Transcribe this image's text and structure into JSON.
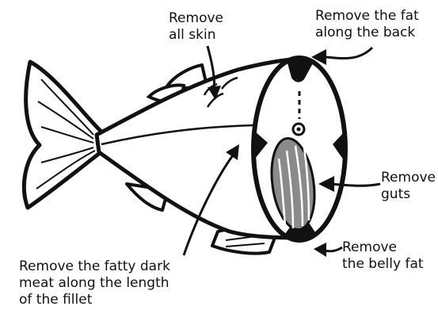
{
  "labels": {
    "remove_skin": "Remove\nall skin",
    "remove_back_fat": "Remove the fat\nalong the back",
    "remove_guts": "Remove\nguts",
    "remove_belly_fat": "Remove\nthe belly fat",
    "remove_dark_meat": "Remove the fatty dark\nmeat along the length\nof the fillet"
  },
  "colors": {
    "ink": "#111111",
    "guts_fill": "#8a8a8a",
    "background": "#ffffff"
  }
}
